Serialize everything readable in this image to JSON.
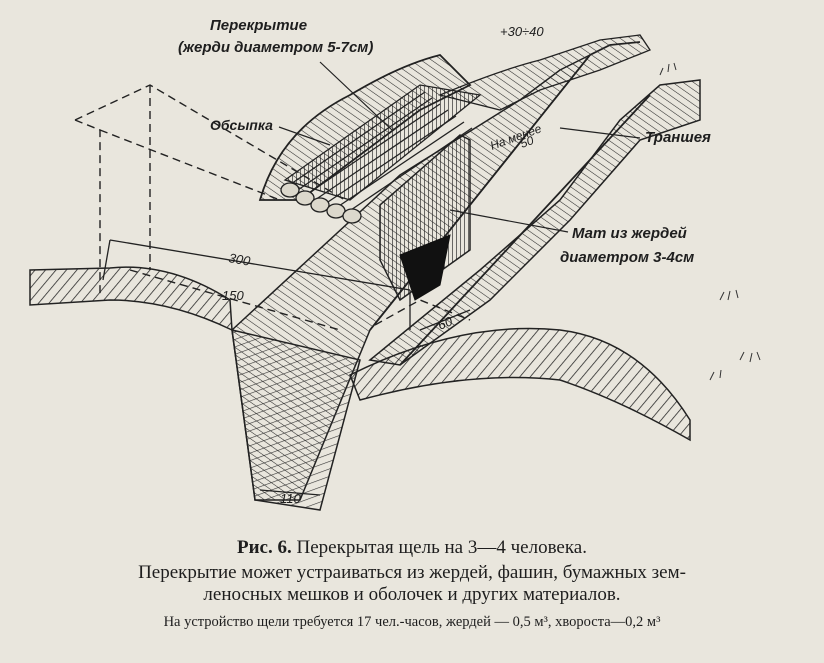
{
  "figure": {
    "labels": {
      "roof_line1": "Перекрытие",
      "roof_line2": "(жерди диаметром 5-7см)",
      "fill": "Обсыпка",
      "trench": "Траншея",
      "mat_line1": "Мат из жердей",
      "mat_line2": "диаметром 3-4см",
      "min_label": "На менее",
      "min_value": "50",
      "top_range": "+30÷40",
      "length": "300",
      "left_width": "150",
      "width": "60",
      "depth": "110"
    }
  },
  "caption": {
    "number": "Рис. 6.",
    "title": "Перекрытая щель на 3—4 человека.",
    "line2a": "Перекрытие может устраиваться из жердей, фашин, бумажных зем-",
    "line2b": "леносных мешков и оболочек и других материалов.",
    "line3": "На устройство щели требуется 17 чел.-часов, жердей — 0,5 м³, хвороста—0,2 м³"
  }
}
